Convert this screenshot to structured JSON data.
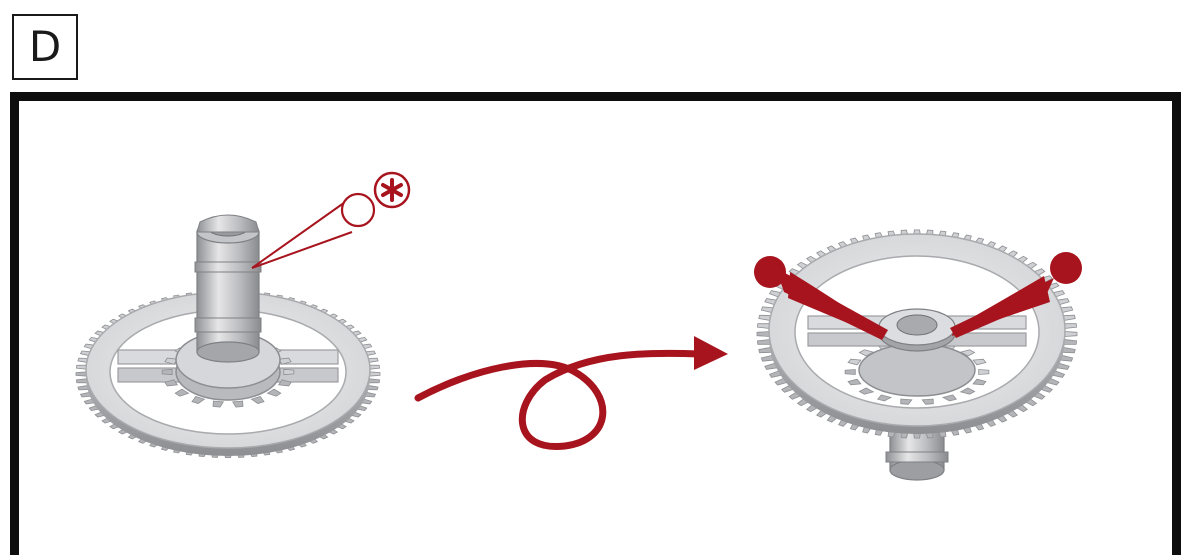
{
  "step": {
    "label": "D"
  },
  "colors": {
    "accent_red": "#a8141e",
    "metal_light": "#e2e2e4",
    "metal_mid": "#b7b8bb",
    "metal_dark": "#8d8e92",
    "frame": "#0d0d0d"
  },
  "icons": {
    "oil_marker": "asterisk-in-circle",
    "flow_arrow": "curly-arrow"
  }
}
